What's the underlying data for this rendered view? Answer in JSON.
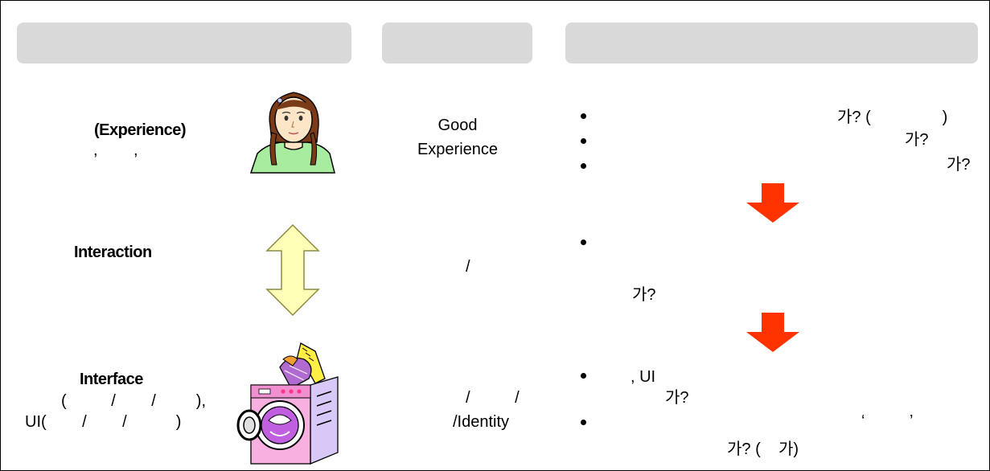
{
  "left": {
    "experience_title": "(Experience)",
    "experience_sub": ",        ,",
    "interaction_title": "Interaction",
    "interface_title": "Interface",
    "interface_line1": "(          /        /         ),",
    "interface_line2": "UI(        /        /           )"
  },
  "middle": {
    "good": "Good",
    "experience": "Experience",
    "slash": "/",
    "interface_line1": "/          /",
    "interface_line2": "/Identity"
  },
  "right": {
    "q1": "가? (                )",
    "q2": "가?",
    "q3": "가?",
    "q4": "가?",
    "q5a": ", UI",
    "q5b": "가?",
    "q6a": "‘          ’",
    "q6b": "가? (    가)"
  },
  "colors": {
    "arrow_red": "#ff3300",
    "arrow_yellow": "#ffffb8",
    "header_gray": "#d9d9d9"
  }
}
